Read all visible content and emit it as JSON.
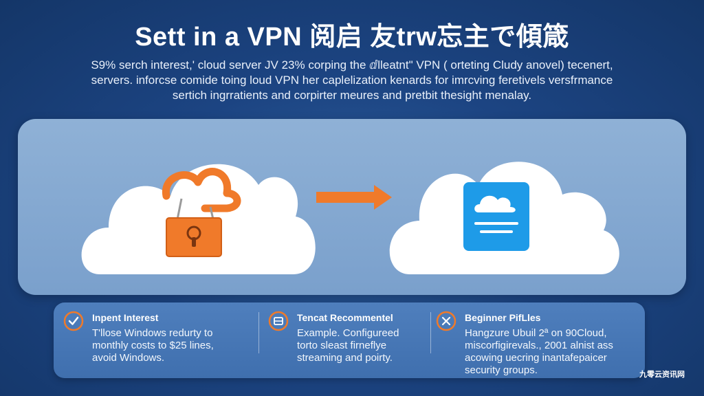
{
  "title": "Sett in a VPN 阅启 友trw忘主で傾箴",
  "subtitle_lines": [
    "S9% serch interest,' cloud server JV 23% corping the ⅆlleatnt\" VPN ( orteting Cludy anovel) tecenert,",
    "servers. inforcse comide toing loud VPN her caplelization kenards for imrcving feretivels versfrmance",
    "sertich ingrratients and corpirter meures and pretbit thesight menalay."
  ],
  "colors": {
    "background": "#1c4482",
    "accent_orange": "#f07a2a",
    "accent_blue": "#1e9be8",
    "cloud_white": "#ffffff"
  },
  "hero": {
    "left_icon": "padlock-cloud-icon",
    "arrow_icon": "arrow-right-icon",
    "right_icon": "cloud-document-icon"
  },
  "columns": [
    {
      "icon": "checkmark-circle-icon",
      "title": "Inpent Interest",
      "lines": [
        "T'llose Windows redurty to",
        "monthly costs to $25 lines,",
        "avoid Windows."
      ]
    },
    {
      "icon": "server-circle-icon",
      "title": "Tencat Recommentel",
      "lines": [
        "Example. Configureed",
        "torto sleast firneflye",
        "streaming and poirty."
      ]
    },
    {
      "icon": "x-circle-icon",
      "title": "Beginner PifLles",
      "lines": [
        "Hangzure Ubuil 2ª on 90Cloud,",
        "miscorfigirevals., 2001 alnist ass",
        "acowing uecring inantafepaicer",
        "security groups."
      ]
    }
  ],
  "watermark": "九零云资讯网"
}
